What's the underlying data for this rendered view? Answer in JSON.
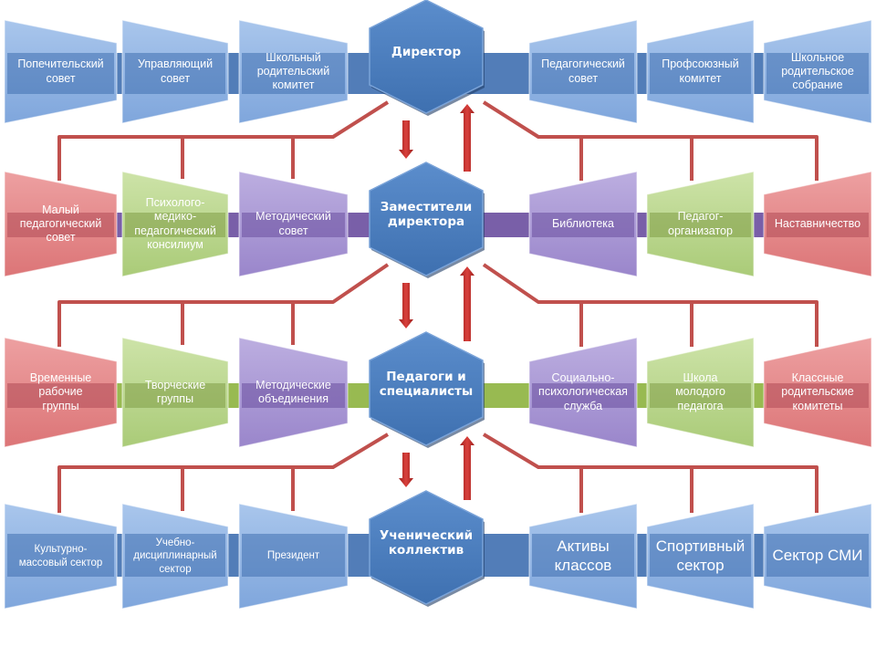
{
  "colors": {
    "blue_shape": "#8eb4e3",
    "blue_band": "#3f6fb0",
    "red_shape": "#e6888a",
    "green_shape": "#bcd88f",
    "purple_shape": "#a896d4",
    "purple_band": "#6a4e9e",
    "green_band": "#8db23e",
    "hexagon": "#4a7ebf",
    "connector": "#c0504d",
    "arrow": "#c0302e"
  },
  "levels": [
    {
      "hub": "Директор",
      "band": "blue",
      "left": [
        {
          "label": "Попечительский\nсовет",
          "color": "blue"
        },
        {
          "label": "Управляющий\nсовет",
          "color": "blue"
        },
        {
          "label": "Школьный\nродительский\nкомитет",
          "color": "blue"
        }
      ],
      "right": [
        {
          "label": "Педагогический\nсовет",
          "color": "blue"
        },
        {
          "label": "Профсоюзный\nкомитет",
          "color": "blue"
        },
        {
          "label": "Школьное\nродительское\nсобрание",
          "color": "blue"
        }
      ]
    },
    {
      "hub": "Заместители\nдиректора",
      "band": "purple",
      "left": [
        {
          "label": "Малый\nпедагогический\nсовет",
          "color": "red"
        },
        {
          "label": "Психолого-\nмедико-\nпедагогический\nконсилиум",
          "color": "green"
        },
        {
          "label": "Методический\nсовет",
          "color": "purple"
        }
      ],
      "right": [
        {
          "label": "Библиотека",
          "color": "purple"
        },
        {
          "label": "Педагог-\nорганизатор",
          "color": "green"
        },
        {
          "label": "Наставничество",
          "color": "red"
        }
      ]
    },
    {
      "hub": "Педагоги и\nспециалисты",
      "band": "green",
      "left": [
        {
          "label": "Временные\nрабочие\nгруппы",
          "color": "red"
        },
        {
          "label": "Творческие\nгруппы",
          "color": "green"
        },
        {
          "label": "Методические\nобъединения",
          "color": "purple"
        }
      ],
      "right": [
        {
          "label": "Социально-\nпсихологическая\nслужба",
          "color": "purple"
        },
        {
          "label": "Школа\nмолодого\nпедагога",
          "color": "green"
        },
        {
          "label": "Классные\nродительские\nкомитеты",
          "color": "red"
        }
      ]
    },
    {
      "hub": "Ученический\nколлектив",
      "band": "blue",
      "left": [
        {
          "label": "Культурно-\nмассовый сектор",
          "color": "blue"
        },
        {
          "label": "Учебно-\nдисциплинарный\nсектор",
          "color": "blue"
        },
        {
          "label": "Президент",
          "color": "blue"
        }
      ],
      "right": [
        {
          "label": "Активы\nклассов",
          "color": "blue"
        },
        {
          "label": "Спортивный\nсектор",
          "color": "blue"
        },
        {
          "label": "Сектор СМИ",
          "color": "blue"
        }
      ]
    }
  ]
}
